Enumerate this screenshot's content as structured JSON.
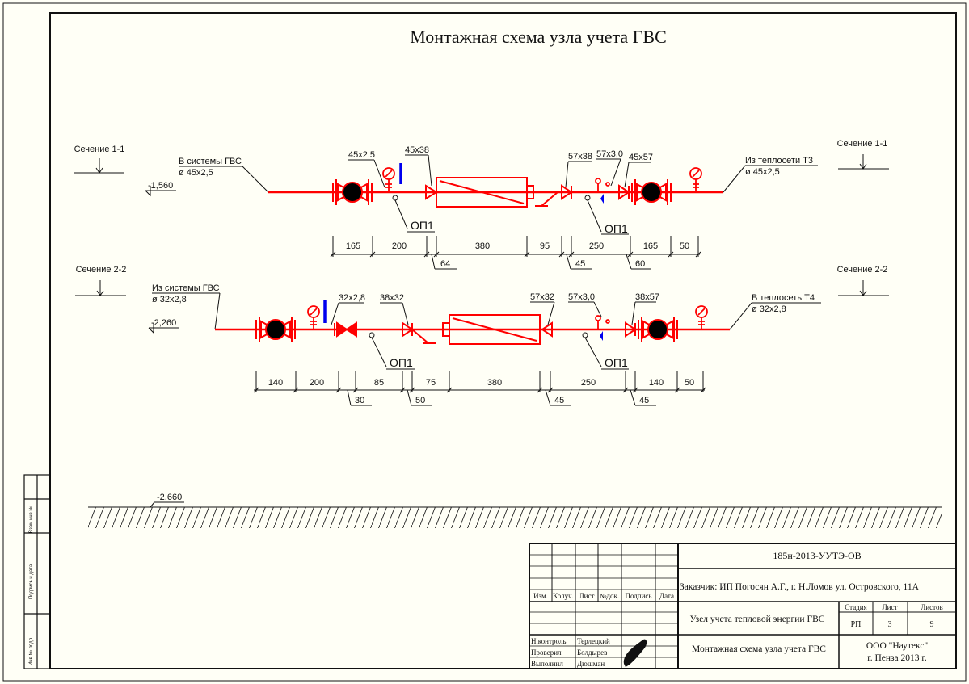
{
  "title": "Монтажная схема  узла учета ГВС",
  "line1": {
    "section_left": "Сечение 1-1",
    "section_right": "Сечение 1-1",
    "level": "-1,560",
    "left_label": "В системы ГВС",
    "left_diam": "ø 45х2,5",
    "right_label": "Из теплосети Т3",
    "right_diam": "ø 45х2,5",
    "fittings": [
      "45х2,5",
      "45х38",
      "57х38",
      "57х3,0",
      "45х57"
    ],
    "op": [
      "ОП1",
      "ОП1"
    ],
    "dims_top": [
      "165",
      "200",
      "380",
      "95",
      "250",
      "165",
      "50"
    ],
    "dims_bottom": [
      "64",
      "45",
      "60"
    ]
  },
  "line2": {
    "section_left": "Сечение 2-2",
    "section_right": "Сечение 2-2",
    "level": "-2,260",
    "left_label": "Из системы ГВС",
    "left_diam": "ø 32х2,8",
    "right_label": "В теплосеть Т4",
    "right_diam": "ø 32х2,8",
    "fittings": [
      "32х2,8",
      "38х32",
      "57х32",
      "57х3,0",
      "38х57"
    ],
    "op": [
      "ОП1",
      "ОП1"
    ],
    "dims_top": [
      "140",
      "200",
      "85",
      "75",
      "380",
      "250",
      "140",
      "50"
    ],
    "dims_bottom": [
      "30",
      "50",
      "45",
      "45"
    ]
  },
  "ground_level": "-2,660",
  "side_stamp": [
    "Взам.инв.№",
    "Подпись и дата",
    "Инв.№ подл."
  ],
  "titleblock": {
    "code": "185н-2013-УУТЭ-ОВ",
    "customer": "Заказчик: ИП Погосян А.Г., г. Н.Ломов  ул. Островского, 11А",
    "headers": [
      "Изм.",
      "Колуч.",
      "Лист",
      "№док.",
      "Подпись",
      "Дата"
    ],
    "object": "Узел учета тепловой энергии ГВС",
    "sheet_title": "Монтажная схема  узла учета ГВС",
    "stage_h": "Стадия",
    "sheet_h": "Лист",
    "sheets_h": "Листов",
    "stage": "РП",
    "sheet": "3",
    "sheets": "9",
    "company": "ООО \"Наутекс\"",
    "city_year": "г. Пенза 2013 г.",
    "roles": [
      "Н.контроль",
      "Проверил",
      "Выполнил"
    ],
    "names": [
      "Терлецкий",
      "Болдырев",
      "Дюшман"
    ]
  },
  "colors": {
    "pipe": "#ff0000",
    "probe": "#0000ee",
    "ink": "#111111",
    "paper": "#fffff6"
  }
}
